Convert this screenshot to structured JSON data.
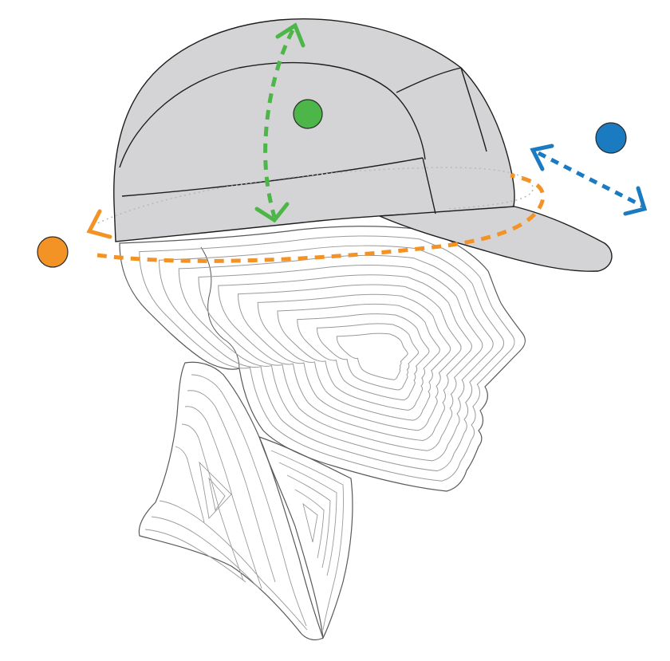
{
  "colors": {
    "background": "#ffffff",
    "cap_fill": "#d4d4d6",
    "cap_stroke": "#1e1e1e",
    "head_line": "#9a9a9a",
    "head_outline": "#5a5a5a",
    "depth_marker": "#4cb648",
    "circumference_marker": "#f39325",
    "brim_marker": "#1b7bc1"
  },
  "markers": [
    {
      "id": "depth",
      "color_key": "depth_marker",
      "direction": "vertical",
      "icon": "double-arrow-icon"
    },
    {
      "id": "circumference",
      "color_key": "circumference_marker",
      "direction": "around",
      "icon": "ellipse-arrow-icon"
    },
    {
      "id": "brim",
      "color_key": "brim_marker",
      "direction": "diagonal",
      "icon": "double-arrow-icon"
    }
  ]
}
